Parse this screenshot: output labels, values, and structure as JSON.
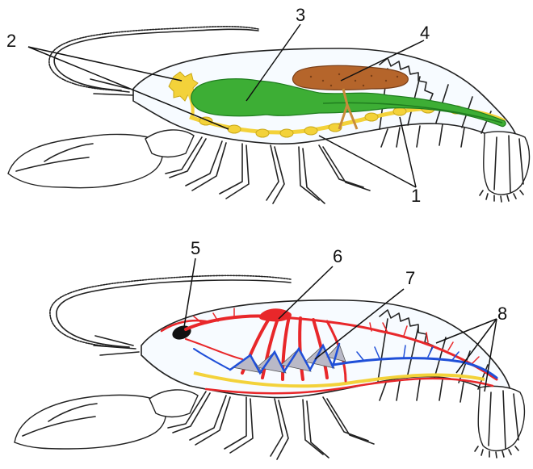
{
  "labels": {
    "l1": "1",
    "l2": "2",
    "l3": "3",
    "l4": "4",
    "l5": "5",
    "l6": "6",
    "l7": "7",
    "l8": "8"
  },
  "colors": {
    "digestive": "#3dae35",
    "digestive_dark": "#1f7d1f",
    "liver": "#b5652b",
    "nerve": "#f3d23a",
    "artery": "#e8272a",
    "vein": "#1f4fd8",
    "outline": "#222222",
    "body_tint": "#eef6fb"
  }
}
